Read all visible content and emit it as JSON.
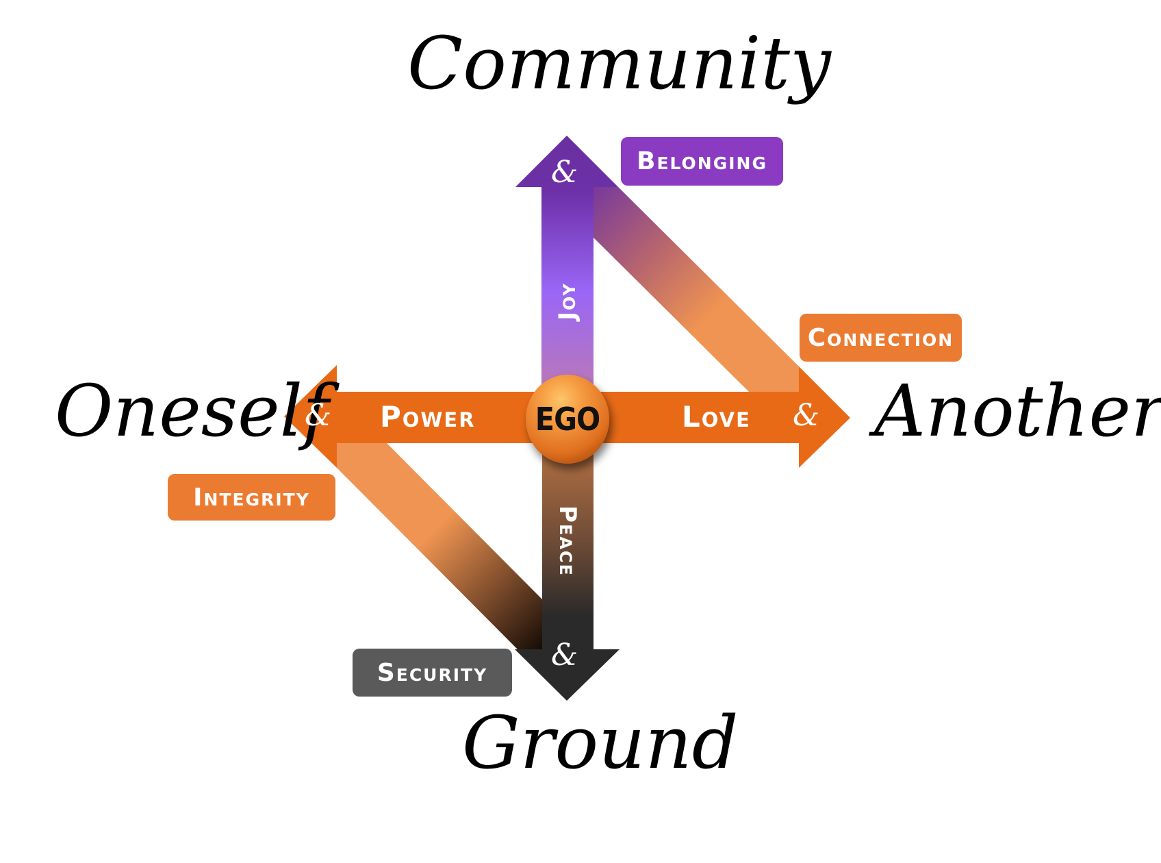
{
  "diagram": {
    "title": "Ego compass diagram",
    "center": {
      "label": "EGO"
    },
    "directions": {
      "up": {
        "pole": "Community",
        "arrow_label": "Joy",
        "ampersand": "&",
        "tag": "Belonging"
      },
      "right": {
        "pole": "Another",
        "arrow_label": "Love",
        "ampersand": "&",
        "tag": "Connection"
      },
      "left": {
        "pole": "Oneself",
        "arrow_label": "Power",
        "ampersand": "&",
        "tag": "Integrity"
      },
      "down": {
        "pole": "Ground",
        "arrow_label": "Peace",
        "ampersand": "&",
        "tag": "Security"
      }
    },
    "colors": {
      "orange": "#e86a17",
      "orange_light": "#ef9452",
      "tag_orange": "#ec7b32",
      "purple_dark": "#6a2fa0",
      "purple_light": "#9a66f6",
      "tag_purple": "#8a3bc2",
      "dark": "#2a2a2a",
      "tag_gray": "#5a5a5a",
      "ego_orange": "#f08a32"
    }
  }
}
